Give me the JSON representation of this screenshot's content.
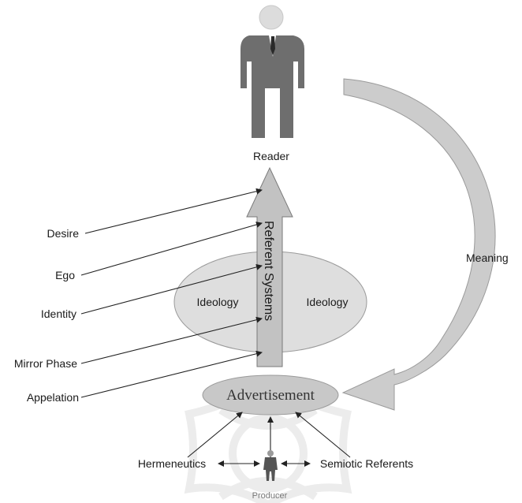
{
  "labels": {
    "reader": "Reader",
    "meaning": "Meaning",
    "referent_systems": "Referent Systems",
    "ideology_left": "Ideology",
    "ideology_right": "Ideology",
    "advertisement": "Advertisement",
    "hermeneutics": "Hermeneutics",
    "semiotic_referents": "Semiotic Referents",
    "producer": "Producer"
  },
  "psychoanalytic_concepts": [
    "Desire",
    "Ego",
    "Identity",
    "Mirror Phase",
    "Appelation"
  ],
  "colors": {
    "shape_fill": "#c4c4c4",
    "ellipse_fill": "#dedede",
    "suit": "#6e6e6e",
    "watermark": "#ededed",
    "line": "#222222"
  }
}
